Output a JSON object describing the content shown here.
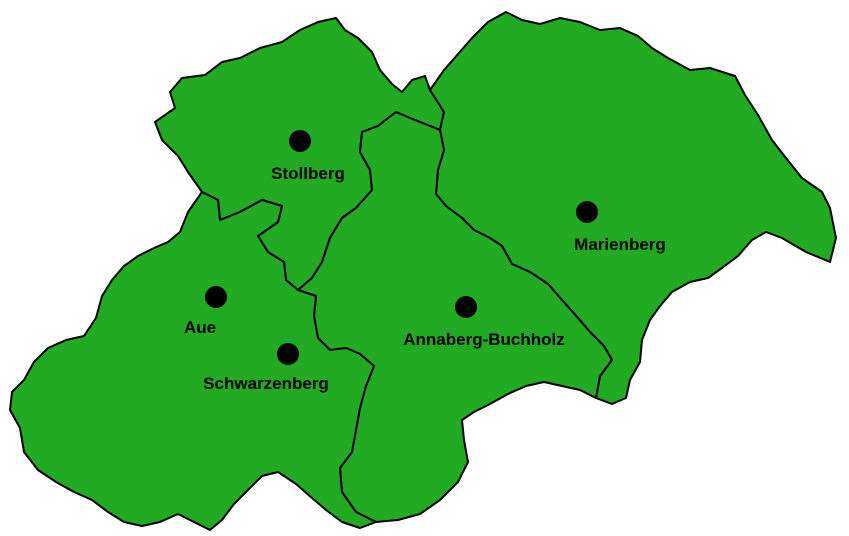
{
  "map": {
    "colors": {
      "land": "#22aa22",
      "border": "#000000",
      "marker": "#000000",
      "background": "#ffffff"
    },
    "cities": [
      {
        "id": "stollberg",
        "name": "Stollberg"
      },
      {
        "id": "marienberg",
        "name": "Marienberg"
      },
      {
        "id": "aue",
        "name": "Aue"
      },
      {
        "id": "annaberg-buchholz",
        "name": "Annaberg-Buchholz"
      },
      {
        "id": "schwarzenberg",
        "name": "Schwarzenberg"
      }
    ]
  }
}
